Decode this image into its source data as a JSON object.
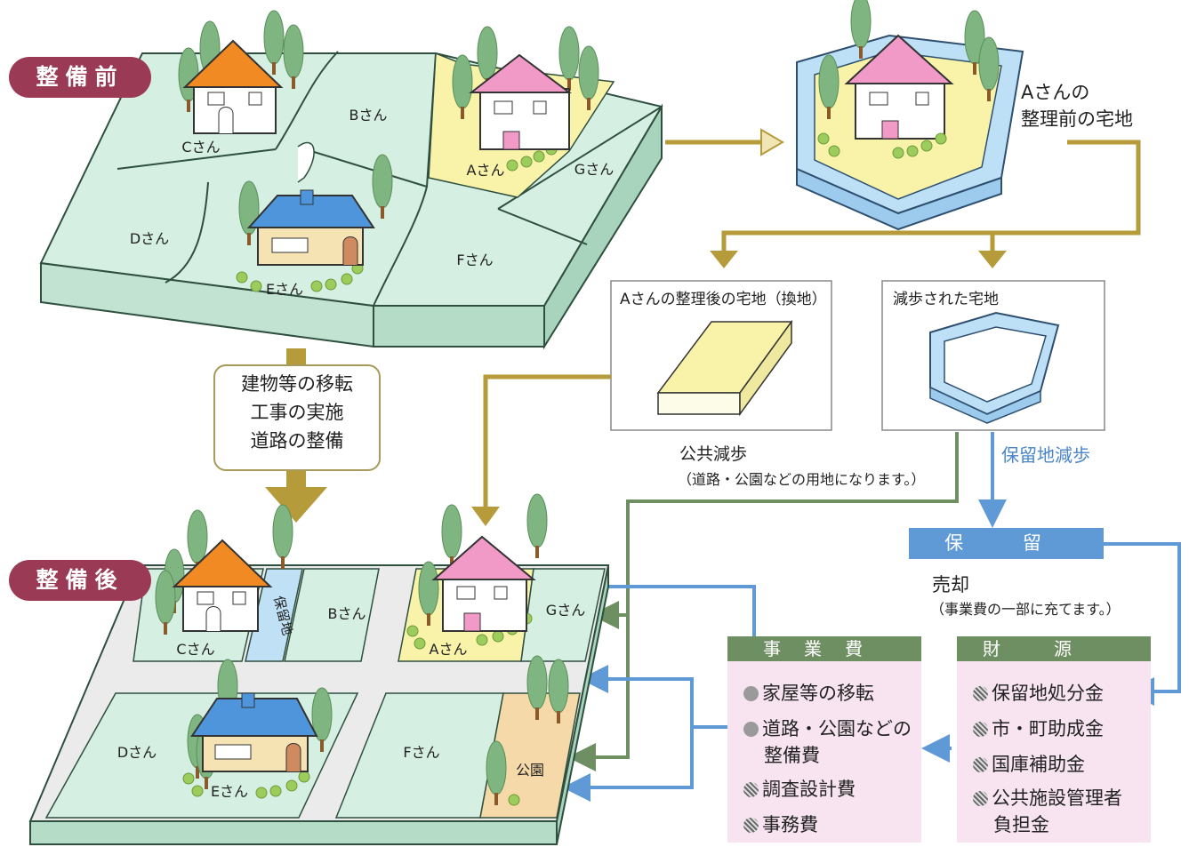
{
  "before": {
    "label": "整備前",
    "parcels": [
      "Cさん",
      "Bさん",
      "Aさん",
      "Gさん",
      "Dさん",
      "Eさん",
      "Fさん"
    ]
  },
  "after": {
    "label": "整備後",
    "parcels": [
      "Cさん",
      "Bさん",
      "Aさん",
      "Gさん",
      "Dさん",
      "Eさん",
      "Fさん",
      "公園"
    ],
    "reserve_strip": "保留地"
  },
  "a_before": {
    "line1": "Aさんの",
    "line2": "整理前の宅地"
  },
  "box_after": {
    "title": "Aさんの整理後の宅地（換地）"
  },
  "box_reduced": {
    "title": "減歩された宅地"
  },
  "public_reduction": {
    "title": "公共減歩",
    "note": "（道路・公園などの用地になります。）"
  },
  "reserve_reduction": {
    "title": "保留地減歩"
  },
  "process_box": {
    "line1": "建物等の移転",
    "line2": "工事の実施",
    "line3": "道路の整備"
  },
  "reserve_land": {
    "title": "保 留 地",
    "sale": "売却",
    "sale_note": "（事業費の一部に充てます。）"
  },
  "costs": {
    "header": "事業費",
    "items": [
      "家屋等の移転",
      "道路・公園などの",
      "整備費",
      "調査設計費",
      "事務費"
    ]
  },
  "funds": {
    "header": "財源",
    "items": [
      "保留地処分金",
      "市・町助成金",
      "国庫補助金",
      "公共施設管理者",
      "負担金"
    ]
  },
  "colors": {
    "pill": "#9b3a55",
    "land": "#d6efe3",
    "arrow_tan": "#b59b3a",
    "arrow_green": "#6e8f62",
    "arrow_blue": "#5f9ad6",
    "roof_orange": "#f28a24",
    "roof_pink": "#f29ac7",
    "roof_blue": "#4f95dc",
    "plot_yellow": "#f8f3a8"
  }
}
